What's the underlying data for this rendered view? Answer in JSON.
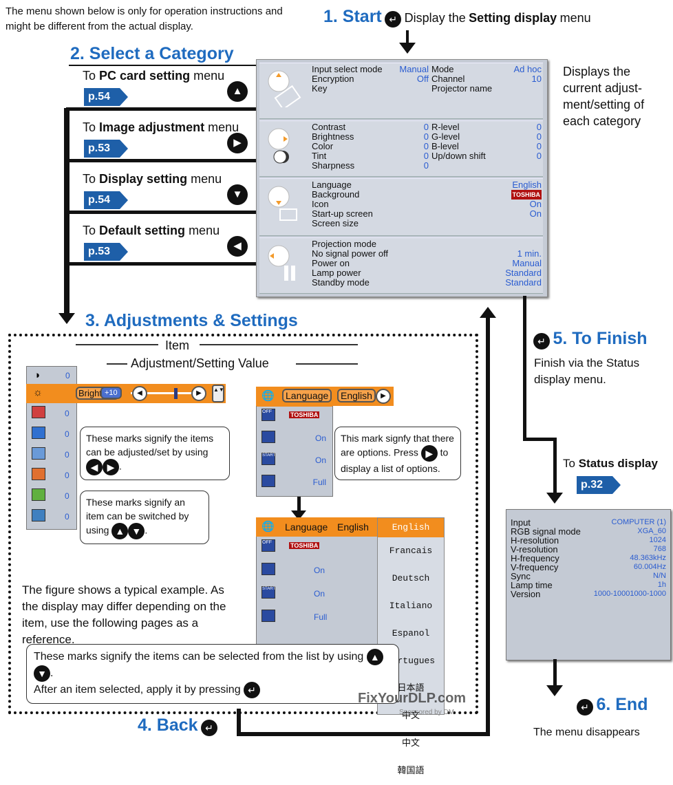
{
  "note": "The menu shown below is only for operation instructions and might be different from the actual display.",
  "step1": {
    "title": "1. Start",
    "text": "Display the",
    "bold": "Setting display",
    "text2": "menu"
  },
  "step2": {
    "title": "2. Select a Category"
  },
  "nav": [
    {
      "pre": "To",
      "bold": "PC card setting",
      "post": "menu",
      "page": "p.54",
      "button": "▲"
    },
    {
      "pre": "To",
      "bold": "Image adjustment",
      "post": "menu",
      "page": "p.53",
      "button": "▶"
    },
    {
      "pre": "To",
      "bold": "Display setting",
      "post": "menu",
      "page": "p.54",
      "button": "▼"
    },
    {
      "pre": "To",
      "bold": "Default setting",
      "post": "menu",
      "page": "p.53",
      "button": "◀"
    }
  ],
  "menu": {
    "pc": [
      {
        "l": "Input select mode",
        "lv": "Manual",
        "r": "Mode",
        "rv": "Ad hoc"
      },
      {
        "l": "Encryption",
        "lv": "Off",
        "r": "Channel",
        "rv": "10"
      },
      {
        "l": "Key",
        "lv": "",
        "r": "Projector name",
        "rv": ""
      }
    ],
    "image": [
      {
        "l": "Contrast",
        "lv": "0",
        "r": "R-level",
        "rv": "0"
      },
      {
        "l": "Brightness",
        "lv": "0",
        "r": "G-level",
        "rv": "0"
      },
      {
        "l": "Color",
        "lv": "0",
        "r": "B-level",
        "rv": "0"
      },
      {
        "l": "Tint",
        "lv": "0",
        "r": "Up/down shift",
        "rv": "0"
      },
      {
        "l": "Sharpness",
        "lv": "0",
        "r": "",
        "rv": ""
      }
    ],
    "display": [
      {
        "l": "Language",
        "v": "English"
      },
      {
        "l": "Background",
        "v": "TOSHIBA"
      },
      {
        "l": "Icon",
        "v": "On"
      },
      {
        "l": "Start-up screen",
        "v": "On"
      },
      {
        "l": "Screen size",
        "v": ""
      }
    ],
    "default": [
      {
        "l": "Projection mode",
        "v": ""
      },
      {
        "l": "No signal power off",
        "v": "1 min."
      },
      {
        "l": "Power on",
        "v": "Manual"
      },
      {
        "l": "Lamp power",
        "v": "Standard"
      },
      {
        "l": "Standby mode",
        "v": "Standard"
      }
    ]
  },
  "displays_note": "Displays the current adjust-ment/setting of each category",
  "step3": {
    "title": "3. Adjustments & Settings"
  },
  "labels": {
    "item": "Item",
    "value": "Adjustment/Setting Value"
  },
  "adj_panel": {
    "row1_val": "0",
    "brightness": "Brightnes",
    "plus10": "+10",
    "zeros": [
      "0",
      "0",
      "0",
      "0",
      "0",
      "0"
    ]
  },
  "callouts": {
    "adjust": "These marks signify the items can be adjusted/set by using",
    "switch": "These marks signify an item can be switched by using",
    "options": "This mark signfy that there are options. Press",
    "options2": "to display a list of options.",
    "select1": "These marks signify the items can be selected from the list by using",
    "select2": "After an item selected, apply it by pressing"
  },
  "lang_panel": {
    "language": "Language",
    "english": "English",
    "tosh": "TOSHIBA",
    "on1": "On",
    "on2": "On",
    "full": "Full",
    "off_icon": "OFF",
    "start_icon": "START"
  },
  "lang_options": [
    "English",
    "Francais",
    "Deutsch",
    "Italiano",
    "Espanol",
    "Portugues",
    "日本語",
    "中文",
    "中文",
    "韓国語"
  ],
  "typical": "The figure shows a typical example. As the display may differ depending on the item, use the following pages as a reference.",
  "step4": {
    "title": "4. Back"
  },
  "step5": {
    "title": "5. To Finish",
    "text": "Finish via the Status display menu."
  },
  "status_link": {
    "pre": "To",
    "bold": "Status display",
    "page": "p.32"
  },
  "status": [
    {
      "l": "Input",
      "v": "COMPUTER (1)"
    },
    {
      "l": "RGB signal mode",
      "v": "XGA_60"
    },
    {
      "l": "H-resolution",
      "v": "1024"
    },
    {
      "l": "V-resolution",
      "v": "768"
    },
    {
      "l": "H-frequency",
      "v": "48.363kHz"
    },
    {
      "l": "V-frequency",
      "v": "60.004Hz"
    },
    {
      "l": "Sync",
      "v": "N/N"
    },
    {
      "l": "Lamp time",
      "v": "1h"
    },
    {
      "l": "Version",
      "v": "1000-10001000-1000"
    }
  ],
  "step6": {
    "title": "6. End",
    "text": "The menu disappears"
  },
  "watermark": {
    "text": "FixYourDLP.com",
    "sub": "Sponsored by DM"
  }
}
